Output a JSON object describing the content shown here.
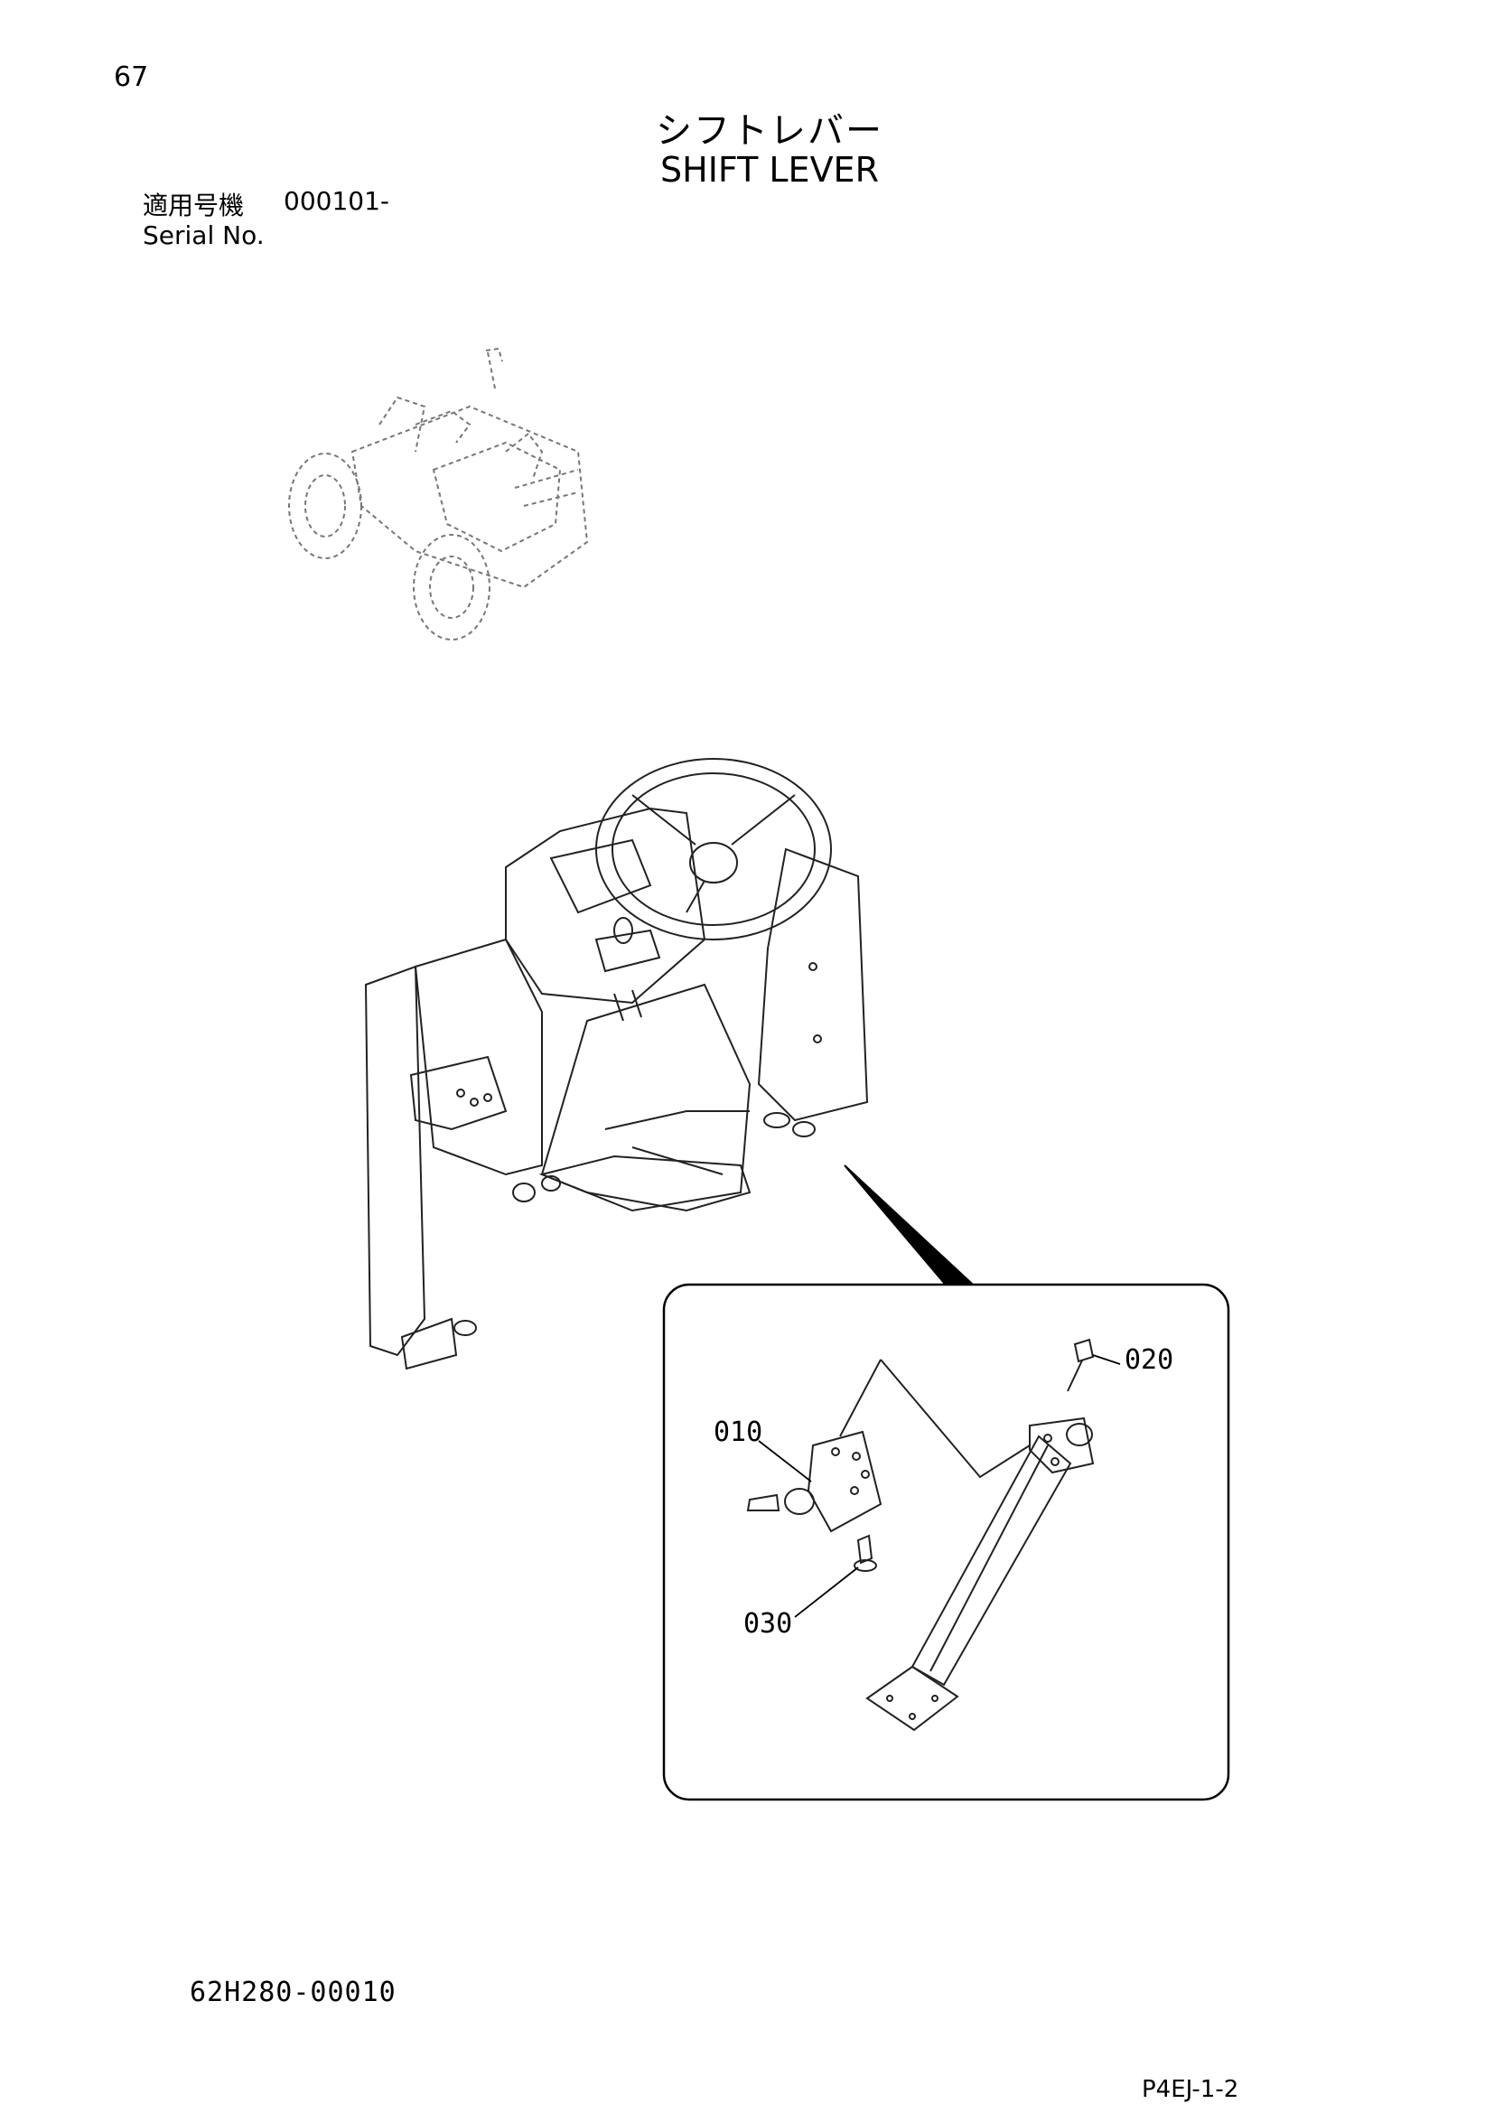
{
  "page": {
    "number": "67",
    "title_jp": "シフトレバー",
    "title_en": "SHIFT LEVER",
    "serial_label_jp": "適用号機",
    "serial_value": "000101-",
    "serial_label_en": "Serial No.",
    "drawing_number": "62H280-00010",
    "sheet_code": "P4EJ-1-2"
  },
  "callouts": [
    "010",
    "020",
    "030"
  ]
}
